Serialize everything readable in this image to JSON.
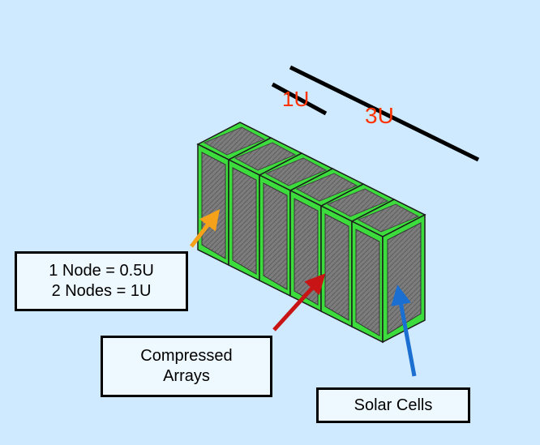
{
  "labels": {
    "one_u": "1U",
    "three_u": "3U",
    "node_line_1": "1 Node = 0.5U",
    "node_line_2": "2 Nodes = 1U",
    "arrays_line_1": "Compressed",
    "arrays_line_2": "Arrays",
    "solar": "Solar Cells"
  },
  "colors": {
    "background": "#cfeaff",
    "frame_green": "#3ddc3d",
    "panel_gray": "#8a8a8a",
    "dimension_text": "#ff3300",
    "arrow_orange": "#f5a21a",
    "arrow_red": "#c81414",
    "arrow_blue": "#1a6fd1"
  },
  "model": {
    "node_count": 6
  }
}
